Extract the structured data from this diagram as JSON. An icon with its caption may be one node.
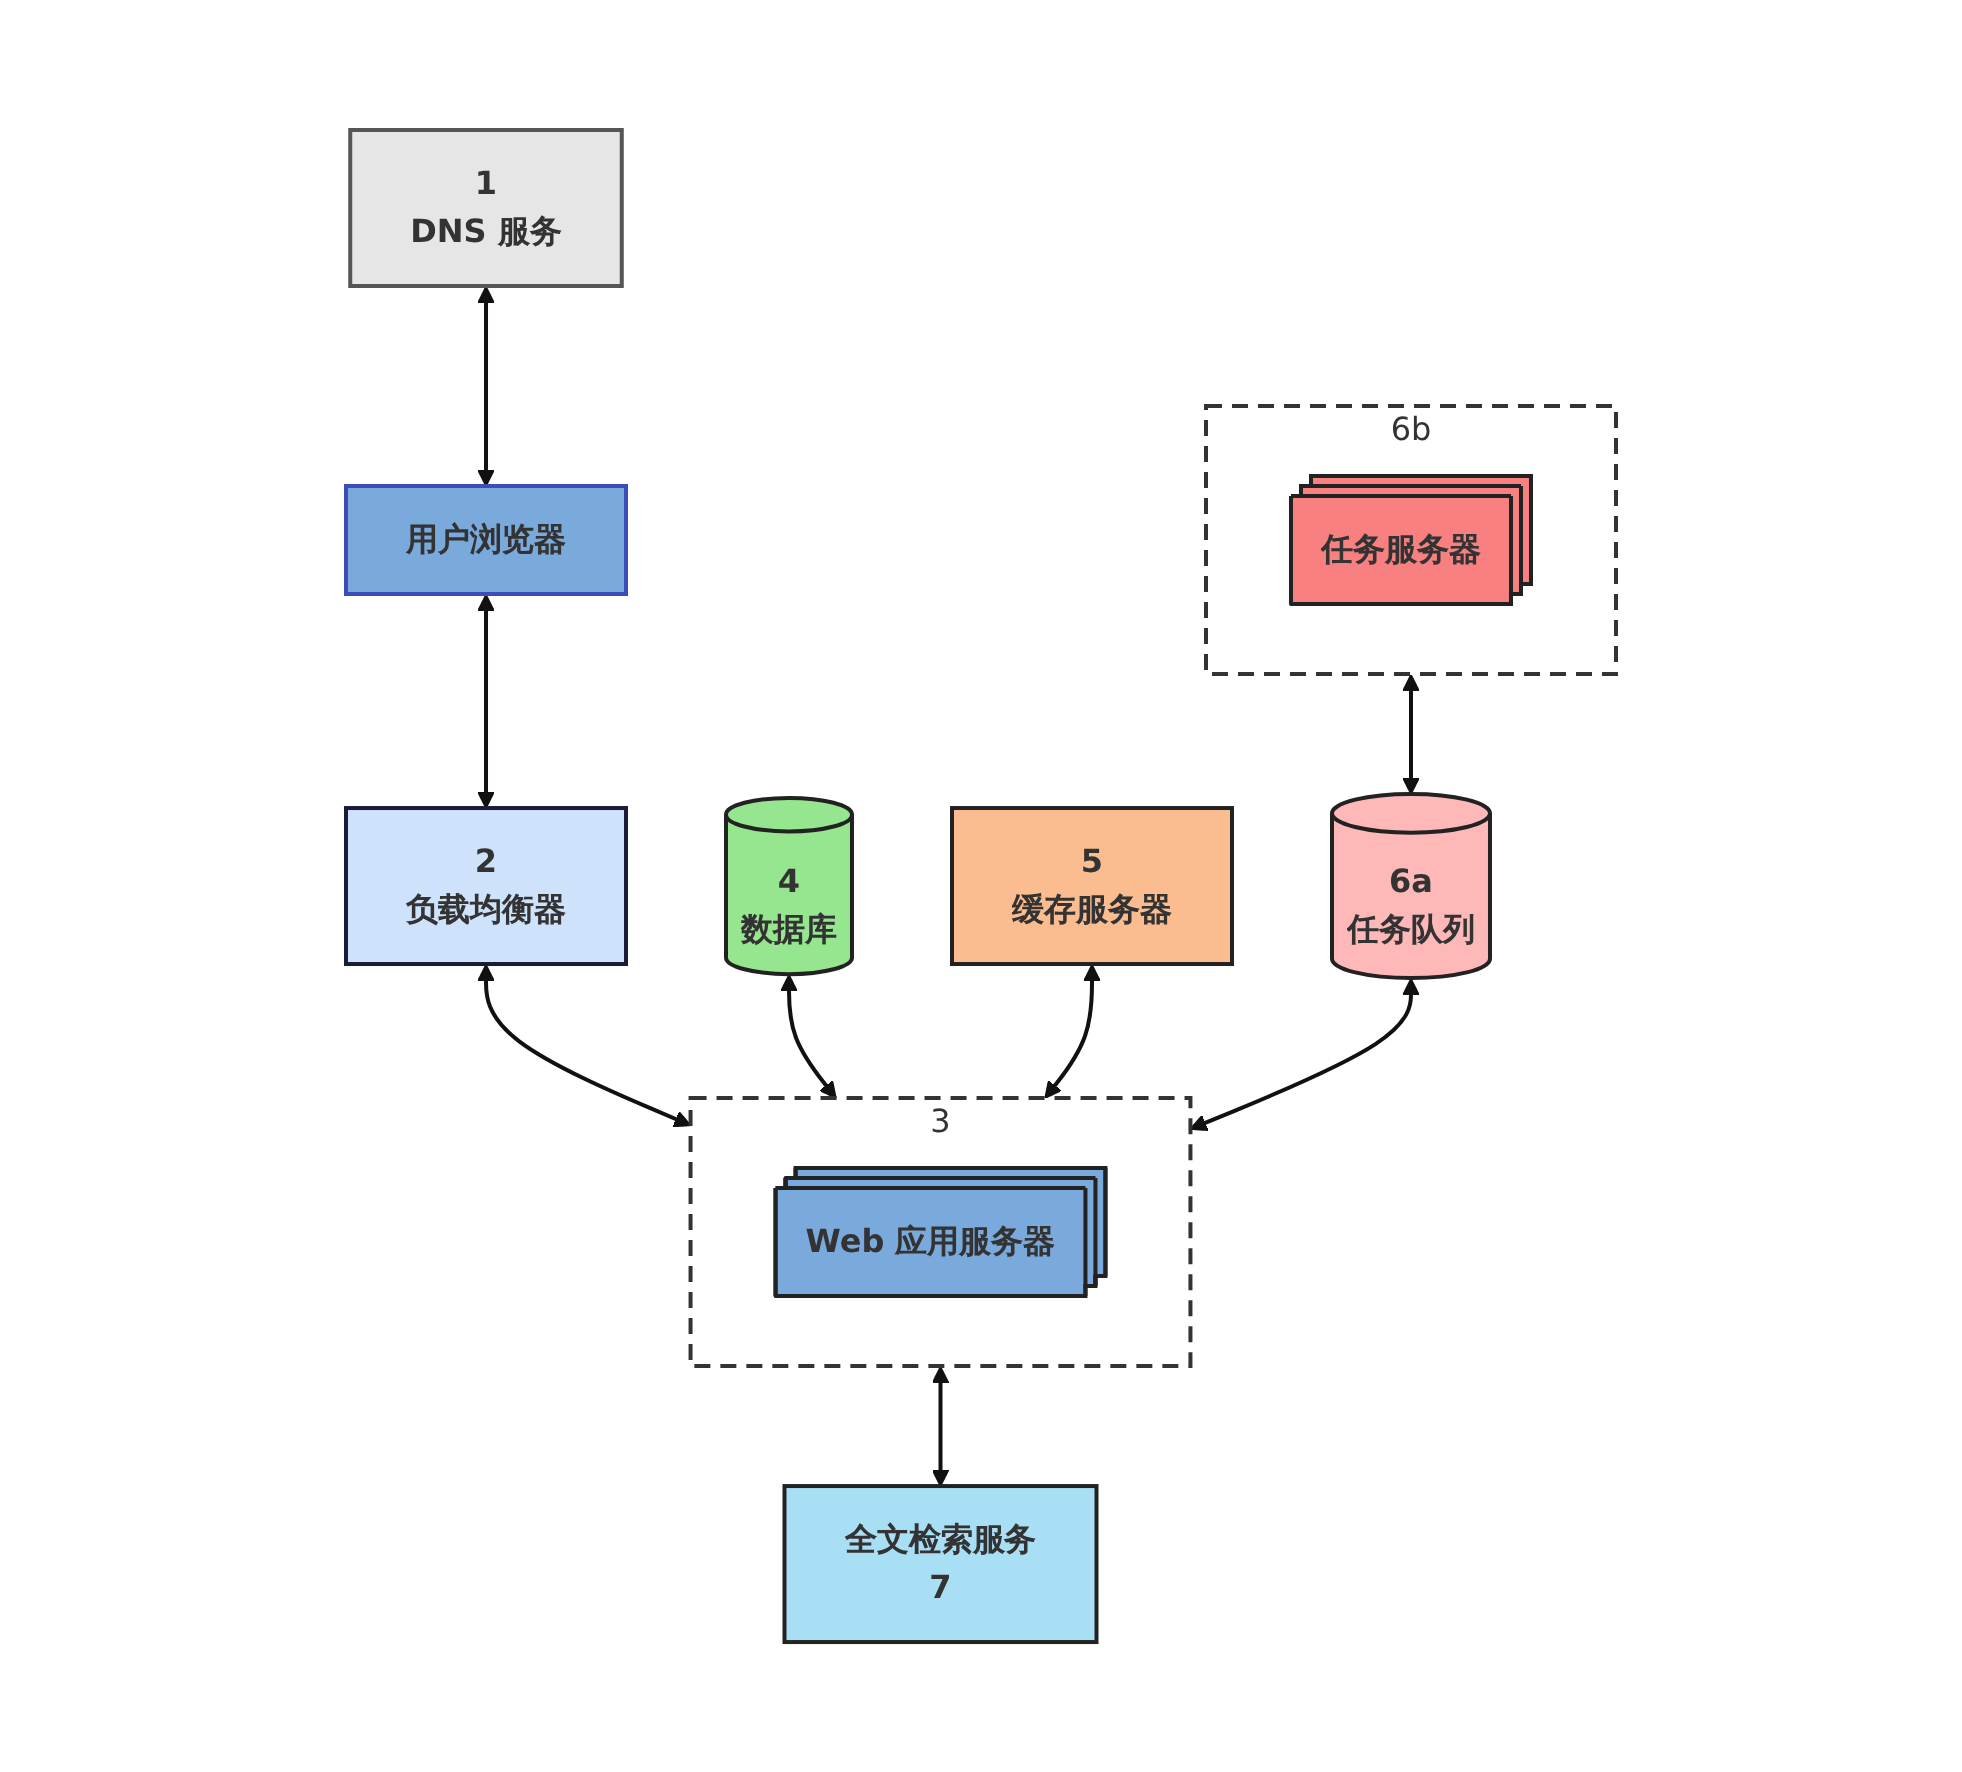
{
  "diagram": {
    "nodes": [
      {
        "text": [
          "1",
          "DNS 服务"
        ]
      },
      {
        "text": [
          "用户浏览器"
        ]
      },
      {
        "text": [
          "2",
          "负载均衡器"
        ]
      },
      {
        "text": [
          "4",
          "数据库"
        ]
      },
      {
        "text": [
          "3"
        ]
      },
      {
        "text": [
          "Web 应用服务器"
        ],
        "in": 4
      },
      {
        "text": [
          "5",
          "缓存服务器"
        ]
      },
      {
        "text": [
          "6b"
        ]
      },
      {
        "text": [
          "任务服务器"
        ],
        "in": 7
      },
      {
        "text": [
          "6a",
          "任务队列"
        ]
      },
      {
        "text": [
          "全文检索服务",
          "7"
        ]
      }
    ],
    "edges": [
      {
        "from": 0,
        "to": 1,
        "arrow": "both"
      },
      {
        "from": 1,
        "to": 2,
        "arrow": "both"
      },
      {
        "from": 2,
        "to": 4,
        "arrow": "both"
      },
      {
        "from": 3,
        "to": 4,
        "arrow": "both"
      },
      {
        "from": 6,
        "to": 4,
        "arrow": "both"
      },
      {
        "from": 9,
        "to": 4,
        "arrow": "both"
      },
      {
        "from": 7,
        "to": 9,
        "arrow": "both"
      },
      {
        "from": 4,
        "to": 10,
        "arrow": "both"
      }
    ]
  }
}
